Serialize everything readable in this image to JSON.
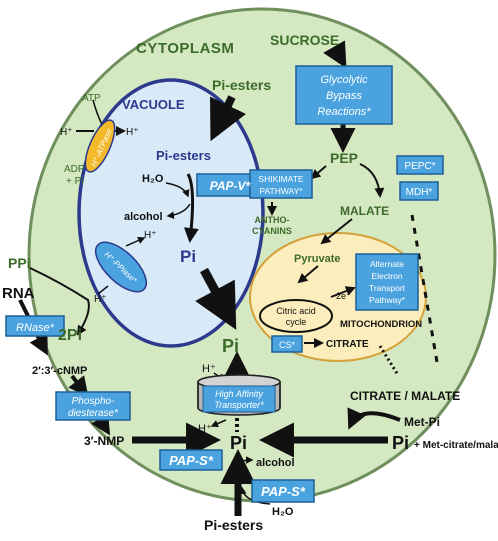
{
  "labels": {
    "cytoplasm": "CYTOPLASM",
    "sucrose": "SUCROSE",
    "glycolytic_l1": "Glycolytic",
    "glycolytic_l2": "Bypass",
    "glycolytic_l3": "Reactions*",
    "atp": "ATP",
    "h_plus": "H⁺",
    "h_atpase": "H⁺-ATPase",
    "adp_pi_l1": "ADP",
    "adp_pi_l2": "+ Pi",
    "vacuole": "VACUOLE",
    "pi_esters_top": "Pi-esters",
    "pi_esters_vacuole": "Pi-esters",
    "h2o_vacuole": "H₂O",
    "pap_v": "PAP-V*",
    "alcohol_vacuole": "alcohol",
    "pi_vacuole": "Pi",
    "ppi": "PPi",
    "h_ppiase": "H⁺-PPiase*",
    "two_pi": "2Pi",
    "rna": "RNA",
    "rnase": "RNase*",
    "cnmp": "2′:3′-cNMP",
    "phospho_l1": "Phospho-",
    "phospho_l2": "diesterase*",
    "nmp": "3′-NMP",
    "pap_s_left": "PAP-S*",
    "pap_s_bottom": "PAP-S*",
    "pi_esters_bottom": "Pi-esters",
    "h2o_bottom": "H₂O",
    "alcohol_bottom": "alcohol",
    "pi_center": "Pi",
    "pi_cyto": "Pi",
    "transporter_l1": "High Affinity",
    "transporter_l2": "Transporter*",
    "pep": "PEP",
    "pepc": "PEPC*",
    "shikimate_l1": "SHIKIMATE",
    "shikimate_l2": "PATHWAY*",
    "mdh": "MDH*",
    "anthocyanins_l1": "ANTHO-",
    "anthocyanins_l2": "CYANINS",
    "malate": "MALATE",
    "pyruvate": "Pyruvate",
    "alt_l1": "Alternate",
    "alt_l2": "Electron",
    "alt_l3": "Transport",
    "alt_l4": "Pathway*",
    "two_e": "2e⁻",
    "citric_l1": "Citric acid",
    "citric_l2": "cycle",
    "mitochondrion": "MITOCHONDRION",
    "cs": "CS*",
    "citrate": "CITRATE",
    "citrate_malate": "CITRATE / MALATE",
    "met_pi": "Met-Pi",
    "pi_right": "Pi",
    "met_citrate": "+ Met-citrate/malate"
  },
  "colors": {
    "cell_fill": "#d4e8c2",
    "cell_stroke": "#6f8f5c",
    "compartment_title": "#3d6b2a",
    "vacuole_fill": "#d8e9f8",
    "vacuole_stroke": "#2b3a8c",
    "enzyme_box": "#4aa3df",
    "enzyme_box_stroke": "#1d5f95",
    "enzyme_text": "#ffffff",
    "atpase_fill": "#f2b92a",
    "mito_fill": "#fbeebc",
    "mito_stroke": "#d4a13a",
    "transporter_fill": "#b7b7b7",
    "arrow": "#111111"
  }
}
